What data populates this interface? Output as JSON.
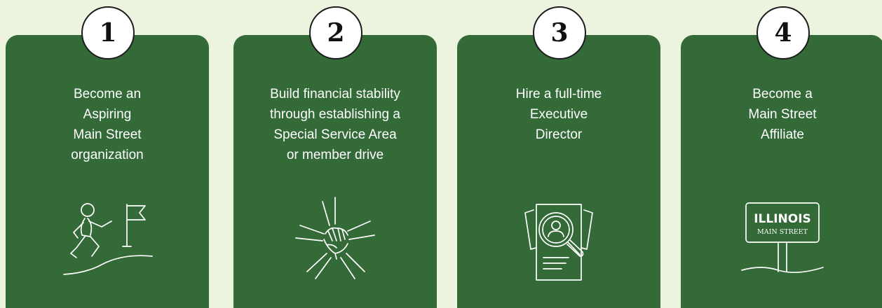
{
  "colors": {
    "background": "#ecf4e0",
    "card": "#336a37",
    "badge_fill": "#ffffff",
    "badge_border": "#1c1c1c",
    "text": "#ffffff"
  },
  "steps": [
    {
      "number": "1",
      "lines": [
        "Become an",
        "Aspiring",
        "Main Street",
        "organization"
      ],
      "icon": "climber-flag-icon"
    },
    {
      "number": "2",
      "lines": [
        "Build financial stability",
        "through establishing a",
        "Special Service Area",
        "or member drive"
      ],
      "icon": "stacked-hands-icon"
    },
    {
      "number": "3",
      "lines": [
        "Hire a full-time",
        "Executive",
        "Director"
      ],
      "icon": "resume-search-icon"
    },
    {
      "number": "4",
      "lines": [
        "Become a",
        "Main Street",
        "Affiliate"
      ],
      "icon": "illinois-main-street-sign-icon",
      "sign": {
        "line1": "ILLINOIS",
        "line2": "MAIN STREET"
      }
    }
  ]
}
